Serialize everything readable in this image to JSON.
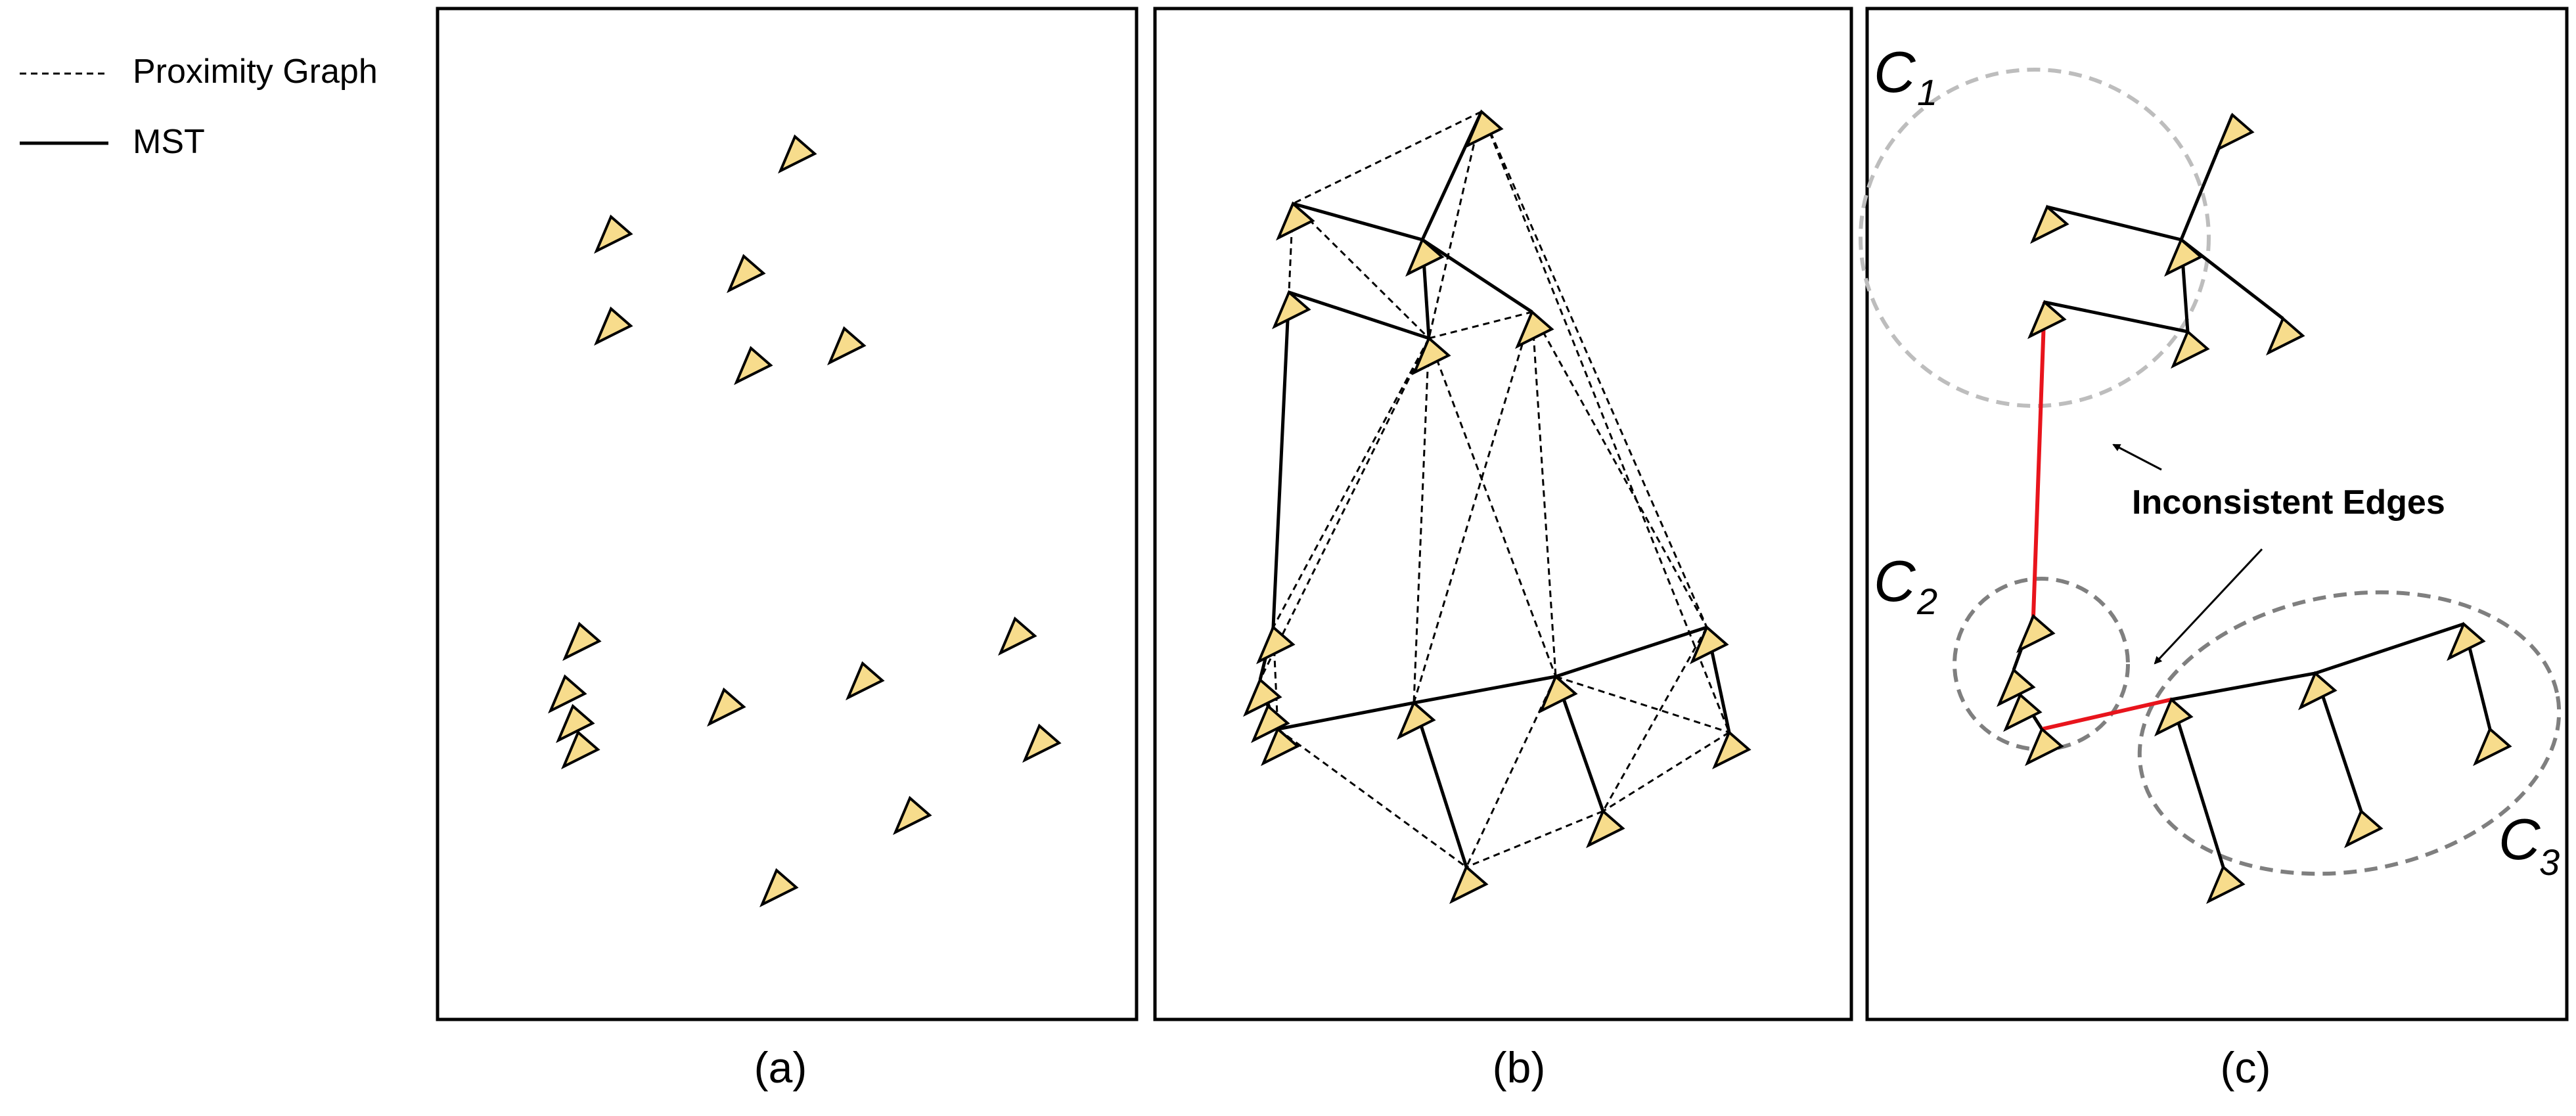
{
  "legend": {
    "proximity_label": "Proximity Graph",
    "mst_label": "MST"
  },
  "panels": {
    "a": {
      "caption": "(a)"
    },
    "b": {
      "caption": "(b)"
    },
    "c": {
      "caption": "(c)",
      "annotation": "Inconsistent Edges",
      "clusters": [
        {
          "letter": "C",
          "sub": "1"
        },
        {
          "letter": "C",
          "sub": "2"
        },
        {
          "letter": "C",
          "sub": "3"
        }
      ]
    }
  },
  "colors": {
    "node_fill": "#F7DC8C",
    "node_stroke": "#000000",
    "inconsistent_edge": "#E8141C",
    "cluster_c1": "#BDBDBD",
    "cluster_c2_c3": "#7F7F7F"
  }
}
